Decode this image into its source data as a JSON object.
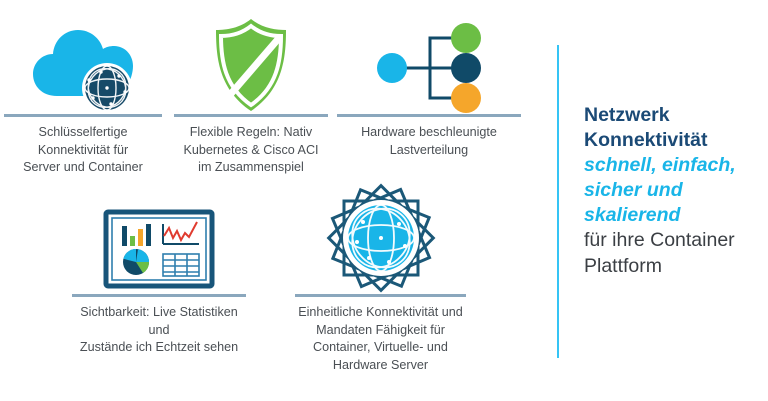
{
  "slide": {
    "background_color": "#ffffff",
    "palette": {
      "cyan": "#19b5e8",
      "navy": "#104a68",
      "headline_navy": "#1b4a76",
      "green": "#6cbe45",
      "orange": "#f5a62b",
      "rule": "#8aa7bd",
      "caption_text": "#4a4f54",
      "tail_text": "#3b3f44"
    }
  },
  "features": [
    {
      "id": "cloud",
      "icon_name": "cloud-globe-icon",
      "caption": "Schlüsselfertige\nKonnektivität für\nServer und Container"
    },
    {
      "id": "shield",
      "icon_name": "shield-icon",
      "caption": "Flexible Regeln: Nativ\nKubernetes & Cisco ACI\nim Zusammenspiel"
    },
    {
      "id": "loadbal",
      "icon_name": "load-balancer-tree-icon",
      "caption": "Hardware beschleunigte\nLastverteilung"
    },
    {
      "id": "dashboard",
      "icon_name": "analytics-dashboard-icon",
      "caption": "Sichtbarkeit: Live Statistiken und\nZustände ich Echtzeit sehen"
    },
    {
      "id": "globe",
      "icon_name": "globe-burst-icon",
      "caption": "Einheitliche Konnektivität und\nMandaten Fähigkeit für\nContainer, Virtuelle- und\nHardware Server"
    }
  ],
  "right_panel": {
    "title": "Netzwerk\nKonnektivität",
    "accent": "schnell, einfach,\nsicher und\nskalierend",
    "tail": "für ihre Container\nPlattform"
  }
}
